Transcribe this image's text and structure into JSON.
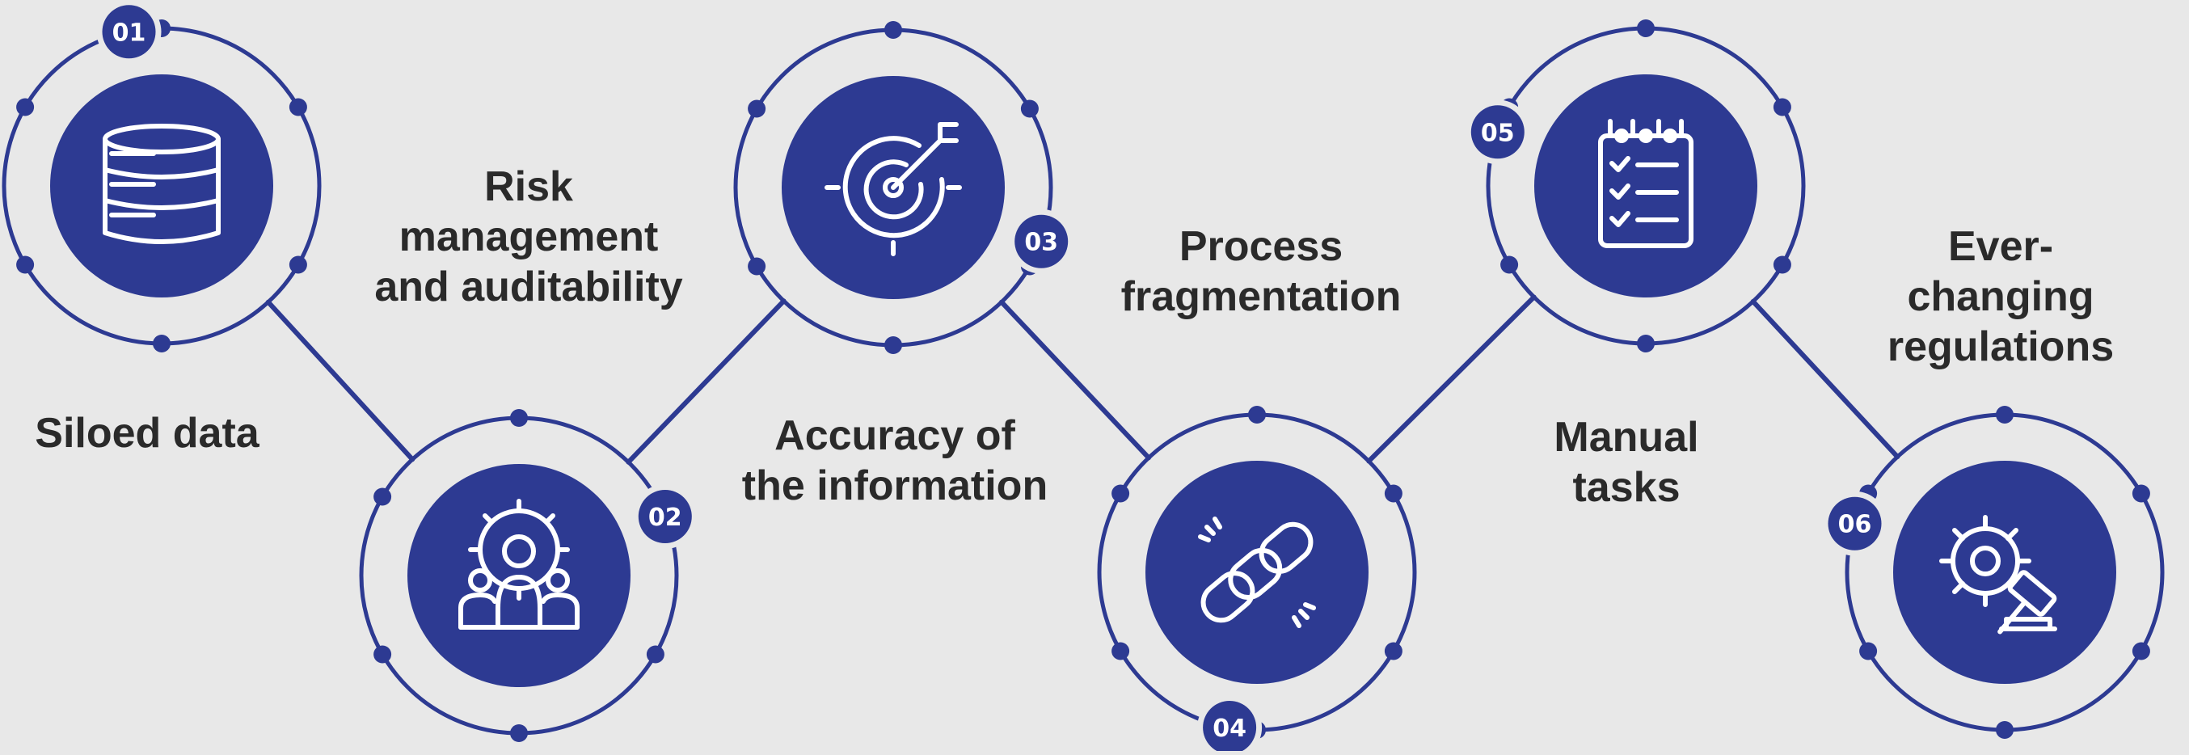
{
  "colors": {
    "background": "#e8e8e8",
    "primary": "#2d3a92",
    "ring": "#2d3a92",
    "icon": "#ffffff",
    "label_text": "#2a2a2a"
  },
  "steps": [
    {
      "number": "01",
      "label": "Siloed data",
      "icon": "database-icon"
    },
    {
      "number": "02",
      "label": "Risk\nmanagement\nand auditability",
      "icon": "team-gear-icon"
    },
    {
      "number": "03",
      "label": "Accuracy of\nthe information",
      "icon": "target-arrow-icon"
    },
    {
      "number": "04",
      "label": "Process\nfragmentation",
      "icon": "chain-link-icon"
    },
    {
      "number": "05",
      "label": "Manual\ntasks",
      "icon": "clipboard-checklist-icon"
    },
    {
      "number": "06",
      "label": "Ever-changing\nregulations",
      "icon": "gear-gavel-icon"
    }
  ]
}
